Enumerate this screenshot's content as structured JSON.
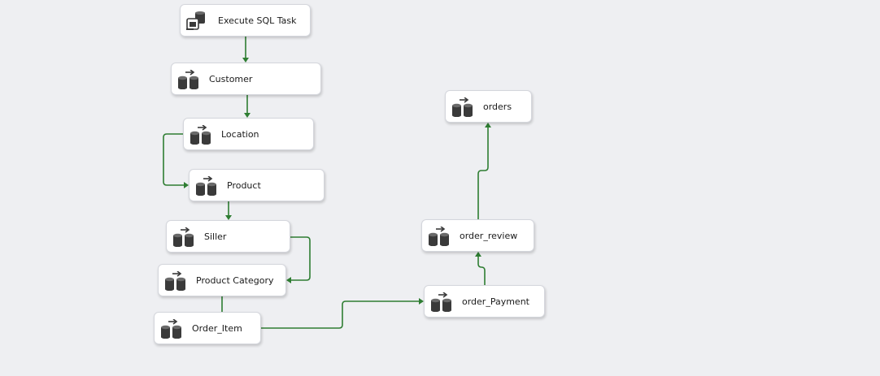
{
  "diagram": {
    "tasks": [
      {
        "id": "execute_sql",
        "name": "Execute SQL Task",
        "kind": "sql-task"
      },
      {
        "id": "customer",
        "name": "Customer",
        "kind": "data-flow-task"
      },
      {
        "id": "location",
        "name": "Location",
        "kind": "data-flow-task"
      },
      {
        "id": "product",
        "name": "Product",
        "kind": "data-flow-task"
      },
      {
        "id": "siller",
        "name": "Siller",
        "kind": "data-flow-task"
      },
      {
        "id": "product_category",
        "name": "Product Category",
        "kind": "data-flow-task"
      },
      {
        "id": "order_item",
        "name": "Order_Item",
        "kind": "data-flow-task"
      },
      {
        "id": "order_payment",
        "name": "order_Payment",
        "kind": "data-flow-task"
      },
      {
        "id": "order_review",
        "name": "order_review",
        "kind": "data-flow-task"
      },
      {
        "id": "orders",
        "name": "orders",
        "kind": "data-flow-task"
      }
    ],
    "precedence_constraints": [
      {
        "from": "execute_sql",
        "to": "customer",
        "type": "success"
      },
      {
        "from": "customer",
        "to": "location",
        "type": "success"
      },
      {
        "from": "location",
        "to": "product",
        "type": "success"
      },
      {
        "from": "product",
        "to": "siller",
        "type": "success"
      },
      {
        "from": "siller",
        "to": "product_category",
        "type": "success"
      },
      {
        "from": "product_category",
        "to": "order_item",
        "type": "success"
      },
      {
        "from": "order_item",
        "to": "order_payment",
        "type": "success"
      },
      {
        "from": "order_payment",
        "to": "order_review",
        "type": "success"
      },
      {
        "from": "order_review",
        "to": "orders",
        "type": "success"
      }
    ],
    "colors": {
      "background": "#eeeff2",
      "task_fill": "#ffffff",
      "task_border": "#d4d6dc",
      "success_connector": "#2e7d32",
      "icon": "#3a3a3a"
    }
  }
}
